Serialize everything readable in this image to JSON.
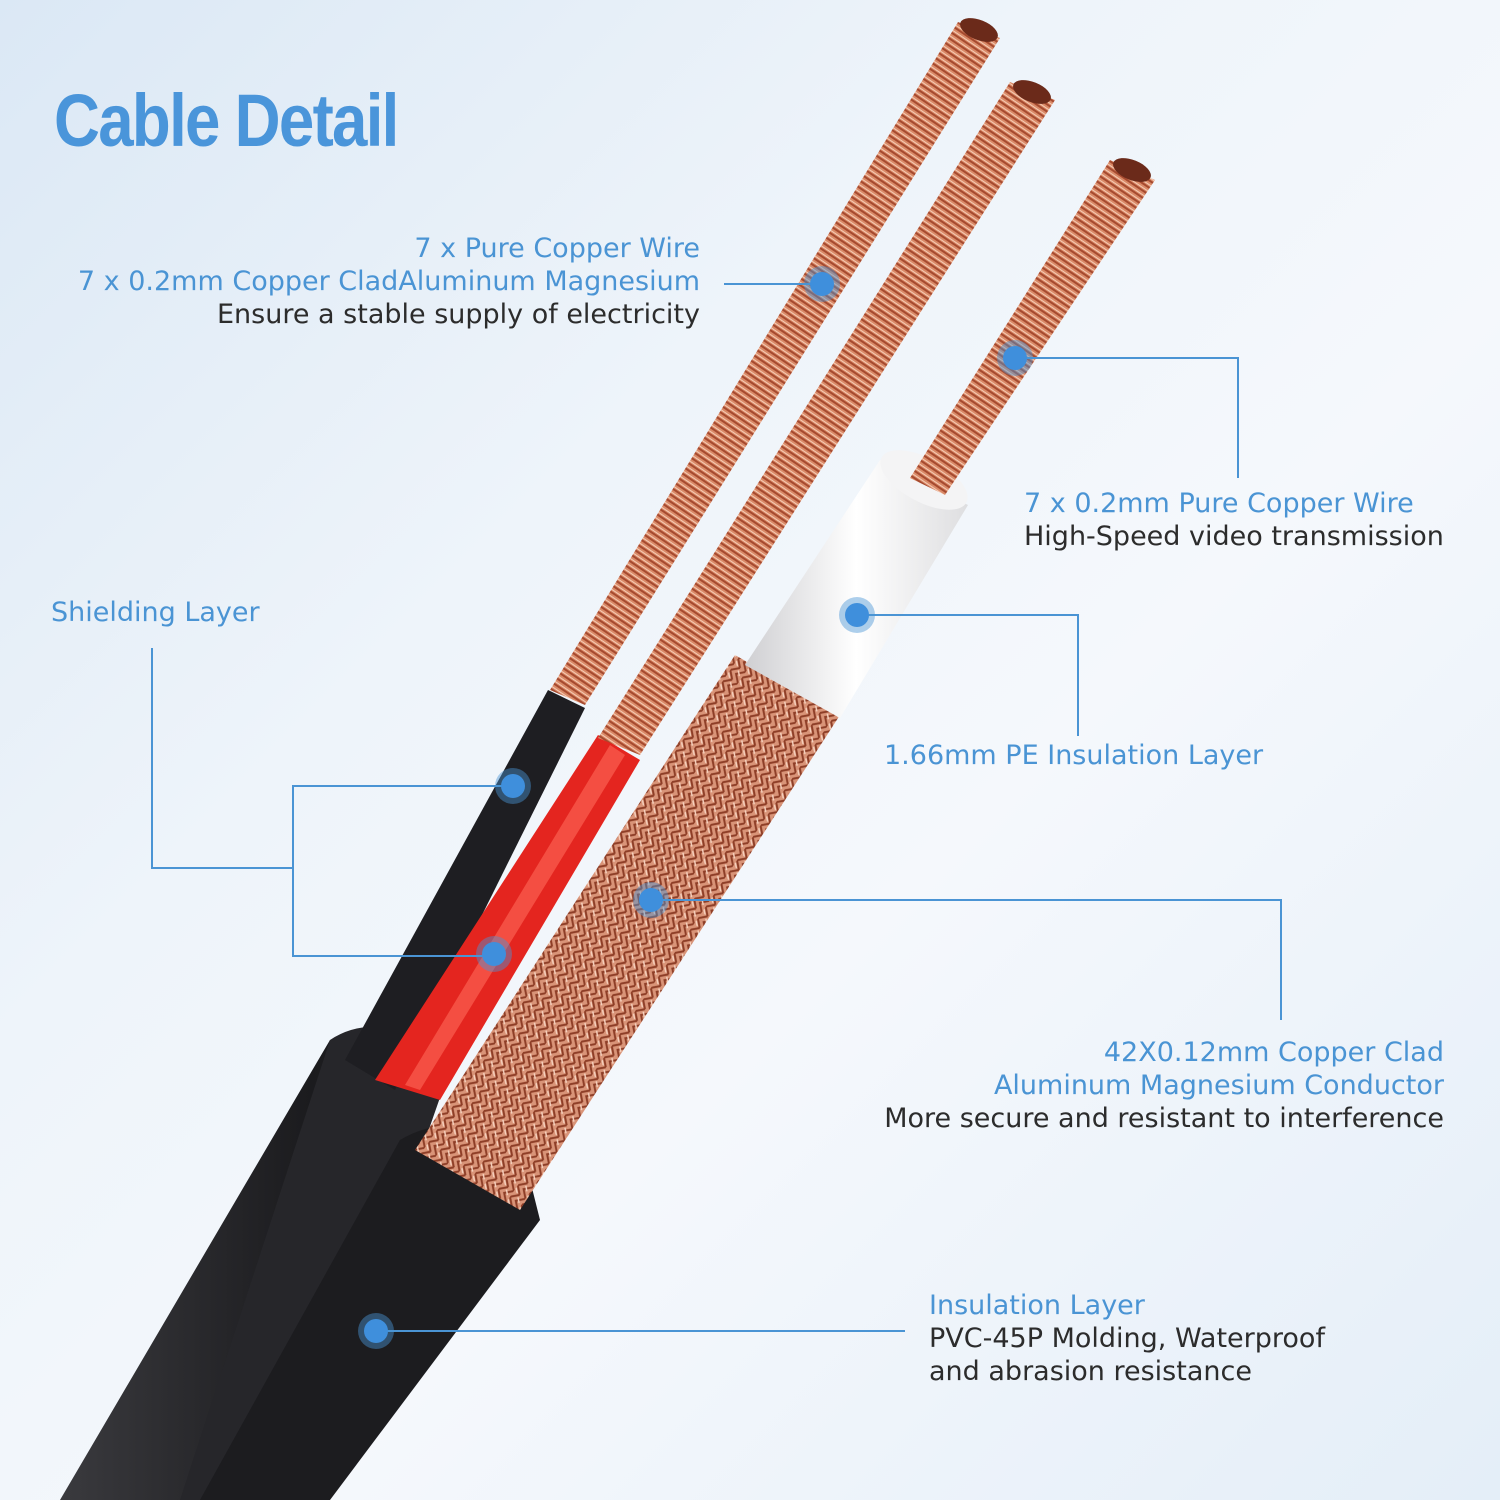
{
  "title": "Cable Detail",
  "colors": {
    "accent": "#4a94d4",
    "title": "#4a95da",
    "body_text": "#2c2c2c",
    "copper": "#c8765a",
    "red_insulation": "#e4251f",
    "black_jacket": "#1f1f22",
    "white_insulation": "#f2f2f2"
  },
  "callouts": [
    {
      "id": "power-conductor",
      "lines": [
        "7 x Pure Copper Wire",
        "7 x 0.2mm Copper CladAluminum Magnesium"
      ],
      "description": "Ensure a stable supply of electricity"
    },
    {
      "id": "video-conductor",
      "lines": [
        "7 x 0.2mm Pure Copper Wire"
      ],
      "description": "High-Speed video transmission"
    },
    {
      "id": "shielding",
      "lines": [
        "Shielding Layer"
      ],
      "description": ""
    },
    {
      "id": "pe-insulation",
      "lines": [
        "1.66mm PE Insulation Layer"
      ],
      "description": ""
    },
    {
      "id": "braid-conductor",
      "lines": [
        "42X0.12mm Copper Clad",
        "Aluminum Magnesium Conductor"
      ],
      "description": "More secure and resistant to interference"
    },
    {
      "id": "outer-insulation",
      "lines": [
        "Insulation Layer"
      ],
      "description_lines": [
        "PVC-45P Molding, Waterproof",
        "and abrasion resistance"
      ]
    }
  ]
}
